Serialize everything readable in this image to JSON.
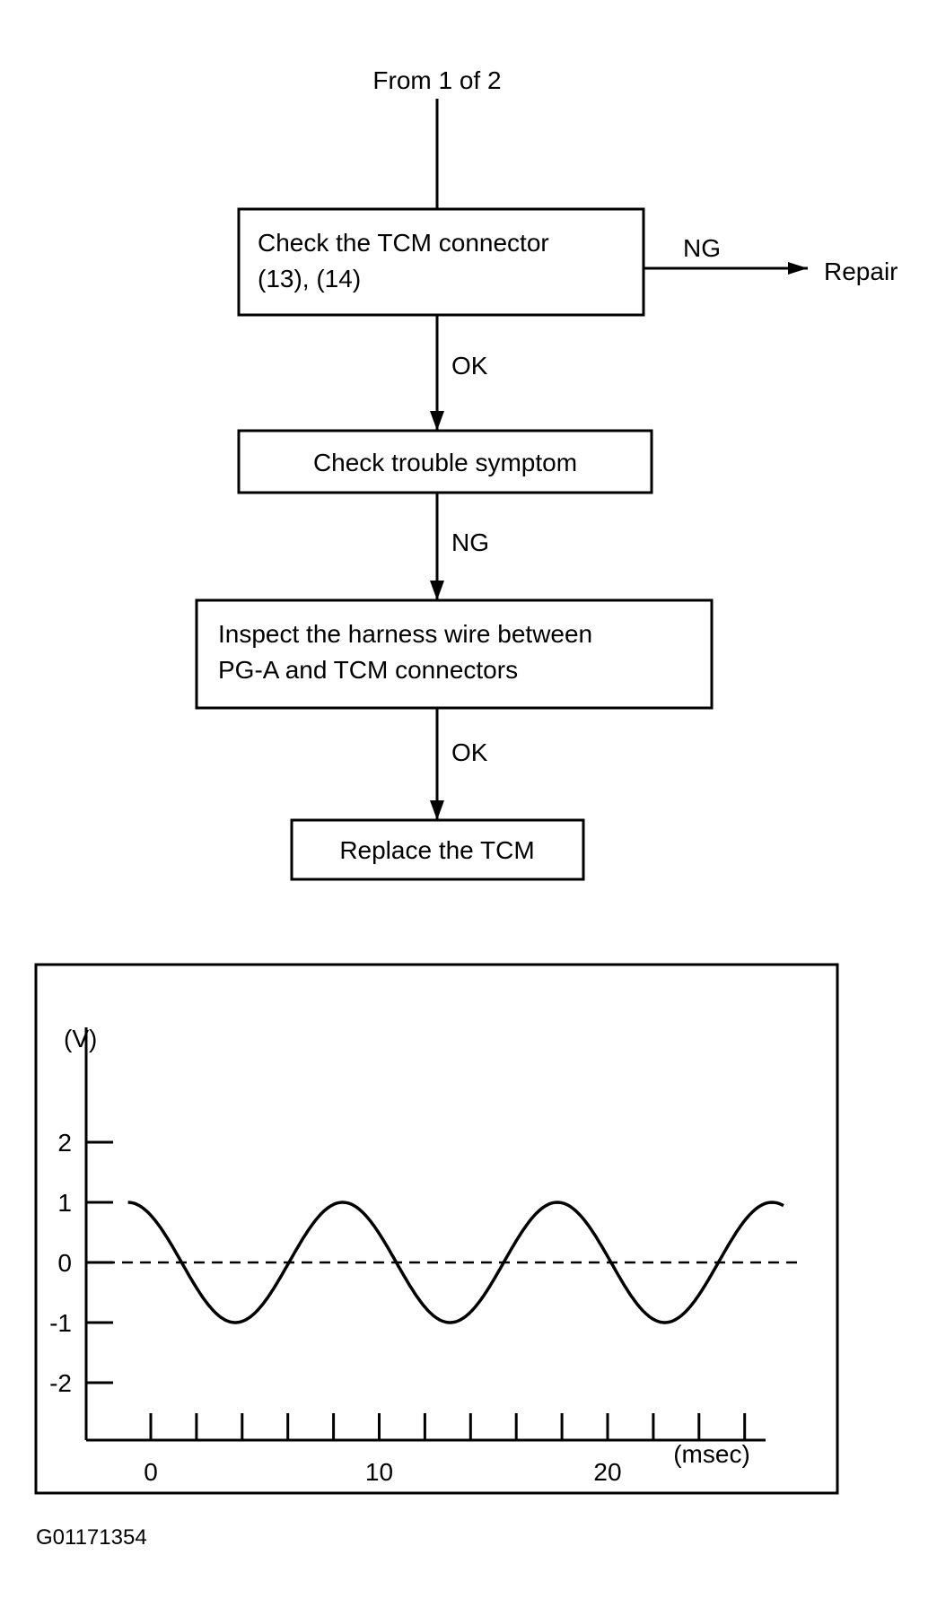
{
  "flow": {
    "start_label": "From 1 of 2",
    "step1_line1": "Check the TCM connector",
    "step1_line2": "(13), (14)",
    "branch_ng_label": "NG",
    "repair_label": "Repair",
    "ok1_label": "OK",
    "step2": "Check trouble symptom",
    "ng2_label": "NG",
    "step3_line1": "Inspect the harness wire between",
    "step3_line2": "PG-A and TCM connectors",
    "ok2_label": "OK",
    "step4": "Replace the TCM"
  },
  "chart_data": {
    "type": "line",
    "ylabel": "(V)",
    "xlabel": "(msec)",
    "y_ticks": [
      "2",
      "1",
      "0",
      "-1",
      "-2"
    ],
    "x_tick_labels": [
      "0",
      "10",
      "20"
    ],
    "waveform": "sine",
    "amplitude": 1,
    "period_ms": 9.4,
    "x_start_ms": -1,
    "x_end_ms": 27.7,
    "y_start_V": 1,
    "reference_line_V": 0,
    "reference_line_style": "dashed"
  },
  "figure_code": "G01171354"
}
